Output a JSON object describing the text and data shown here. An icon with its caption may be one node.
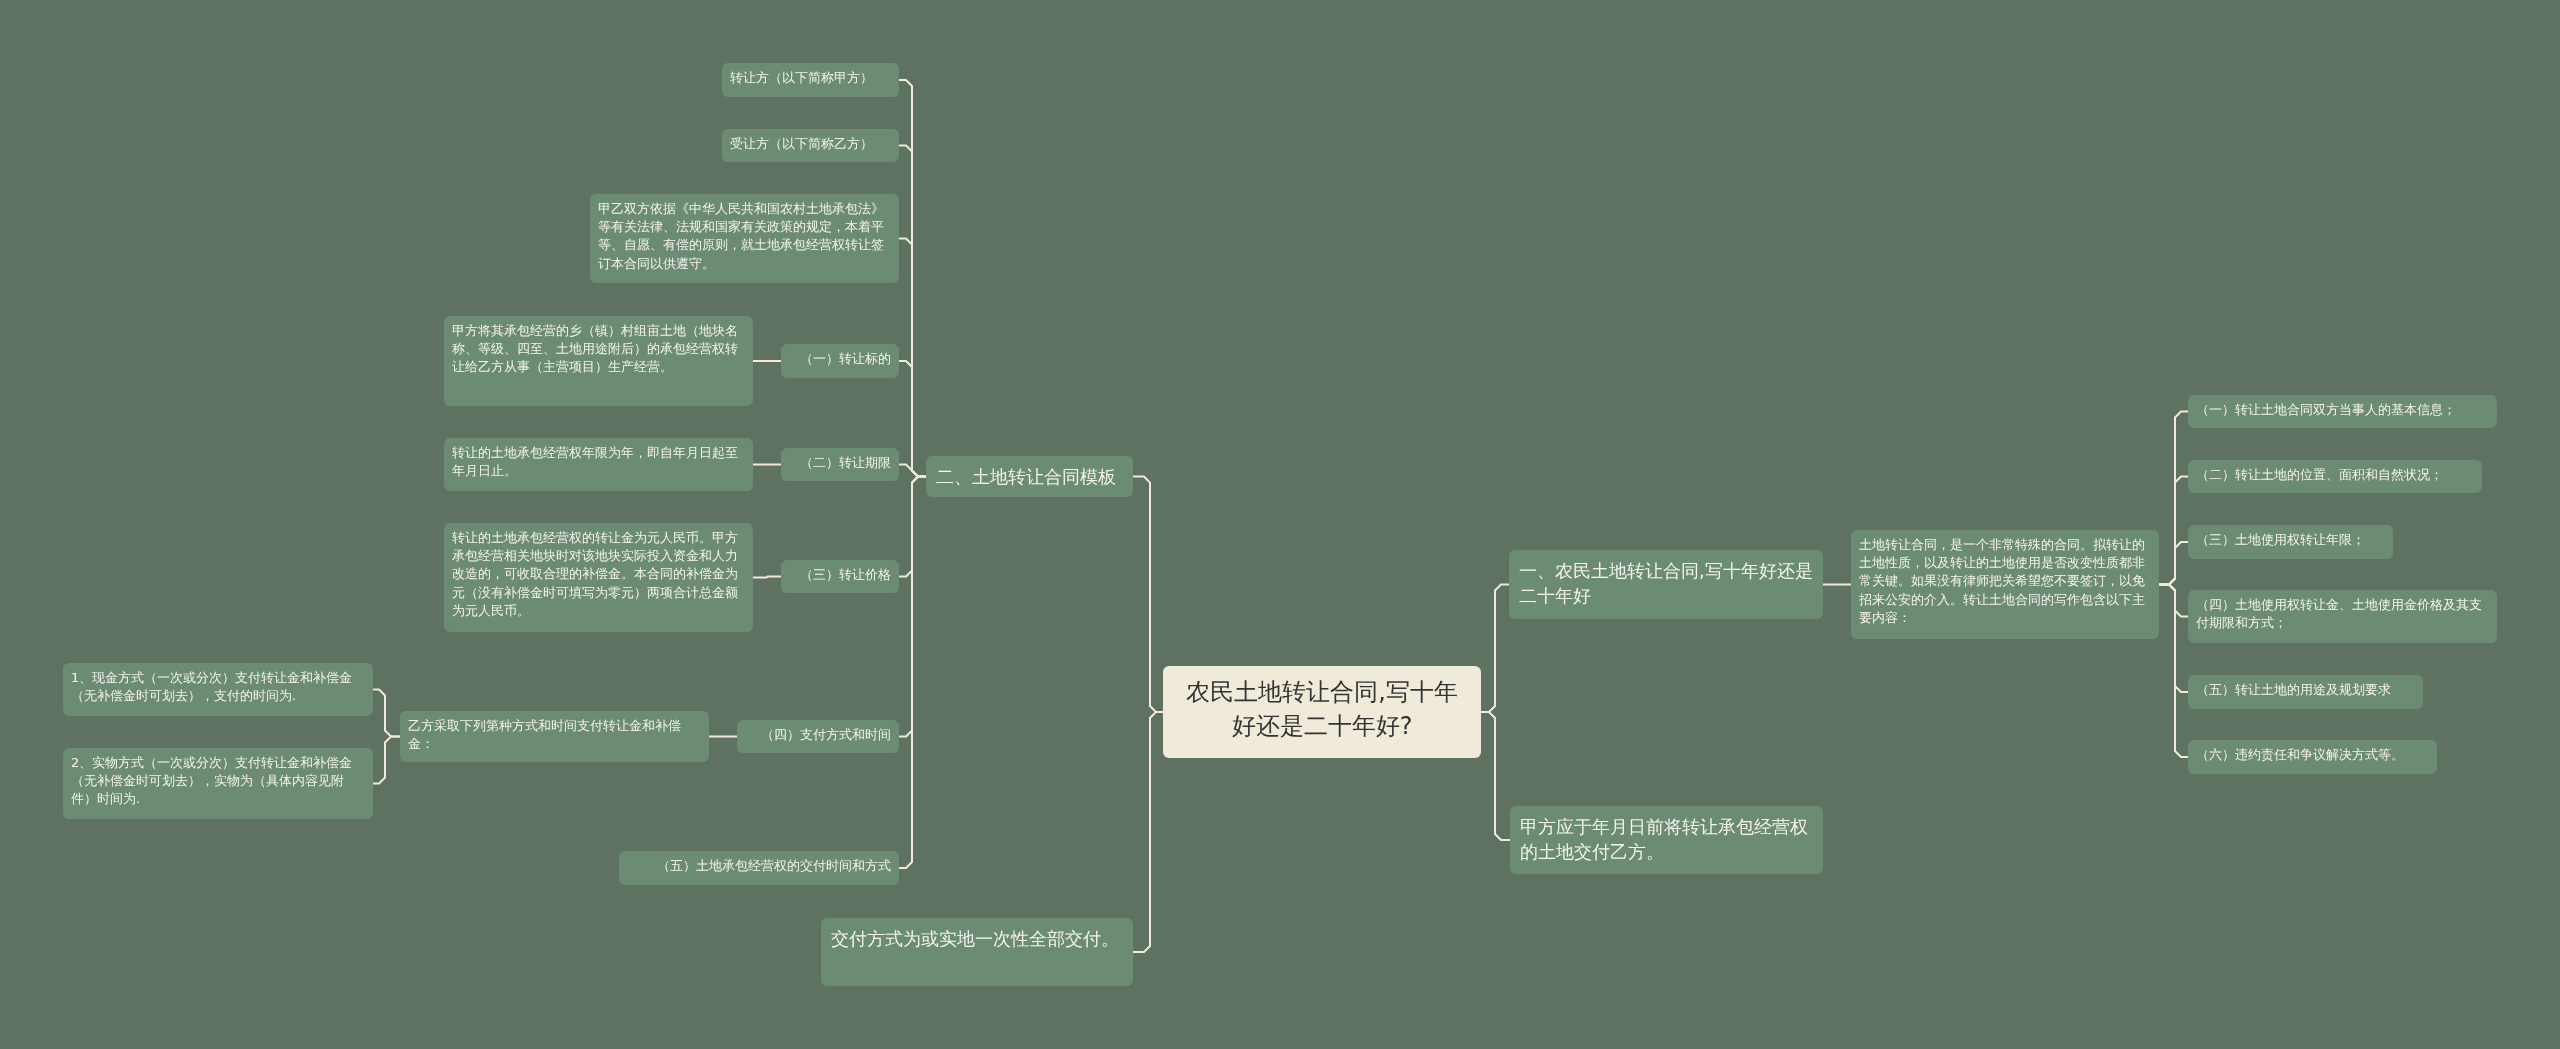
{
  "diagram": {
    "nodes": [
      {
        "text": [
          "农民土地转让合同,写十年好还是二十年好?"
        ]
      },
      {
        "text": [
          "二、土地转让合同模板"
        ]
      },
      {
        "text": [
          "转让方（以下简称甲方）"
        ]
      },
      {
        "text": [
          "受让方（以下简称乙方）"
        ]
      },
      {
        "text": [
          "甲乙双方依据《中华人民共和国农村土地承包法》等有关法律、法规和国家有关政策的规定，本着平等、自愿、有偿的原则，就土地承包经营权转让签订本合同以供遵守。"
        ]
      },
      {
        "text": [
          "（一）转让标的"
        ]
      },
      {
        "text": [
          "甲方将其承包经营的乡（镇）村组亩土地（地块名称、等级、四至、土地用途附后）的承包经营权转让给乙方从事（主营项目）生产经营。"
        ]
      },
      {
        "text": [
          "（二）转让期限"
        ]
      },
      {
        "text": [
          "转让的土地承包经营权年限为年，即自年月日起至年月日止。"
        ]
      },
      {
        "text": [
          "（三）转让价格"
        ]
      },
      {
        "text": [
          "转让的土地承包经营权的转让金为元人民币。甲方承包经营相关地块时对该地块实际投入资金和人力改造的，可收取合理的补偿金。本合同的补偿金为元（没有补偿金时可填写为零元）两项合计总金额为元人民币。"
        ]
      },
      {
        "text": [
          "（四）支付方式和时间"
        ]
      },
      {
        "text": [
          "乙方采取下列第种方式和时间支付转让金和补偿金："
        ]
      },
      {
        "text": [
          "1、现金方式（一次或分次）支付转让金和补偿金（无补偿金时可划去），支付的时间为."
        ]
      },
      {
        "text": [
          "2、实物方式（一次或分次）支付转让金和补偿金（无补偿金时可划去），实物为（具体内容见附件）时间为."
        ]
      },
      {
        "text": [
          "（五）土地承包经营权的交付时间和方式"
        ]
      },
      {
        "text": [
          "交付方式为或实地一次性全部交付。"
        ]
      },
      {
        "text": [
          "一、农民土地转让合同,写十年好还是二十年好"
        ]
      },
      {
        "text": [
          "土地转让合同，是一个非常特殊的合同。拟转让的土地性质，以及转让的土地使用是否改变性质都非常关键。如果没有律师把关希望您不要签订，以免招来公安的介入。转让土地合同的写作包含以下主要内容："
        ]
      },
      {
        "text": [
          "甲方应于年月日前将转让承包经营权的土地交付乙方。"
        ]
      },
      {
        "text": [
          "（一）转让土地合同双方当事人的基本信息；"
        ]
      },
      {
        "text": [
          "（二）转让土地的位置、面积和自然状况；"
        ]
      },
      {
        "text": [
          "（三）土地使用权转让年限；"
        ]
      },
      {
        "text": [
          "（四）土地使用权转让金、土地使用金价格及其支付期限和方式；"
        ]
      },
      {
        "text": [
          "（五）转让土地的用途及规划要求"
        ]
      },
      {
        "text": [
          "（六）违约责任和争议解决方式等。"
        ]
      }
    ],
    "edges": [
      {
        "from": 0,
        "to": 1,
        "arrow": "none"
      },
      {
        "from": 0,
        "to": 16,
        "arrow": "none"
      },
      {
        "from": 0,
        "to": 17,
        "arrow": "none"
      },
      {
        "from": 0,
        "to": 19,
        "arrow": "none"
      },
      {
        "from": 1,
        "to": 2,
        "arrow": "none"
      },
      {
        "from": 1,
        "to": 3,
        "arrow": "none"
      },
      {
        "from": 1,
        "to": 4,
        "arrow": "none"
      },
      {
        "from": 1,
        "to": 5,
        "arrow": "none"
      },
      {
        "from": 1,
        "to": 7,
        "arrow": "none"
      },
      {
        "from": 1,
        "to": 9,
        "arrow": "none"
      },
      {
        "from": 1,
        "to": 11,
        "arrow": "none"
      },
      {
        "from": 1,
        "to": 15,
        "arrow": "none"
      },
      {
        "from": 5,
        "to": 6,
        "arrow": "none"
      },
      {
        "from": 7,
        "to": 8,
        "arrow": "none"
      },
      {
        "from": 9,
        "to": 10,
        "arrow": "none"
      },
      {
        "from": 11,
        "to": 12,
        "arrow": "none"
      },
      {
        "from": 12,
        "to": 13,
        "arrow": "none"
      },
      {
        "from": 12,
        "to": 14,
        "arrow": "none"
      },
      {
        "from": 17,
        "to": 18,
        "arrow": "none"
      },
      {
        "from": 18,
        "to": 20,
        "arrow": "none"
      },
      {
        "from": 18,
        "to": 21,
        "arrow": "none"
      },
      {
        "from": 18,
        "to": 22,
        "arrow": "none"
      },
      {
        "from": 18,
        "to": 23,
        "arrow": "none"
      },
      {
        "from": 18,
        "to": 24,
        "arrow": "none"
      },
      {
        "from": 18,
        "to": 25,
        "arrow": "none"
      }
    ]
  }
}
